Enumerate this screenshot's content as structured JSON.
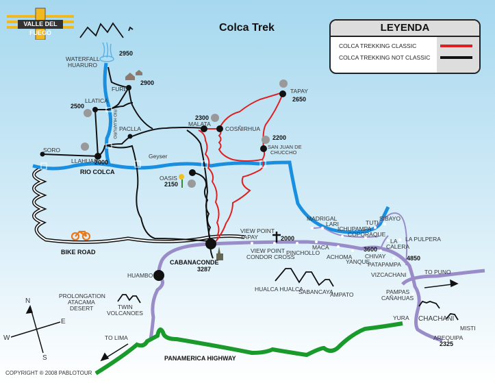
{
  "title": "Colca Trek",
  "logo": "VALLE DEL FUEGO",
  "legend": {
    "heading": "LEYENDA",
    "items": [
      {
        "label": "COLCA TREKKING CLASSIC",
        "color": "#e02020"
      },
      {
        "label": "COLCA TREKKING NOT CLASSIC",
        "color": "#111111"
      }
    ]
  },
  "colors": {
    "river": "#1a8fe0",
    "road": "#9a8cc8",
    "highway": "#1a9a2a",
    "classic": "#e02020",
    "not_classic": "#111111"
  },
  "labels": {
    "waterfall1": "WATERFALL",
    "waterfall2": "HUARURO",
    "alt_2950": "2950",
    "fure": "FURE",
    "alt_2900": "2900",
    "llatica": "LLATICA",
    "alt_2500": "2500",
    "rio_huaruro": "RIO HUARURO",
    "paclla": "PACLLA",
    "soro": "SORO",
    "llahuar": "LLAHUAR",
    "alt_2000a": "2000",
    "geyser": "Geyser",
    "rio_colca": "RIO COLCA",
    "oasis": "OASIS",
    "alt_2150": "2150",
    "malata": "MALATA",
    "alt_2300": "2300",
    "cosnirhua": "COSÑIRHUA",
    "tapay": "TAPAY",
    "alt_2650": "2650",
    "sanjuan1": "SAN JUAN DE",
    "sanjuan2": "CHUCCHO",
    "alt_2200": "2200",
    "bike_road": "BIKE ROAD",
    "cabanaconde": "CABANACONDE",
    "alt_3287": "3287",
    "huambo": "HUAMBO",
    "vp_tapay1": "VIEW POINT",
    "vp_tapay2": "TAPAY",
    "alt_2000b": "2000",
    "vp_condor1": "VIEW POINT",
    "vp_condor2": "CONDOR CROSS",
    "pinchollo": "PINCHOLLO",
    "maca": "MACA",
    "achoma": "ACHOMA",
    "yanque": "YANQUE",
    "madrigal": "MADRIGAL",
    "lari": "LARI",
    "ichupampa": "ICHUPAMPA",
    "coporaque": "COPORAQUE",
    "tuti": "TUTI",
    "sibayo": "SIBAYO",
    "alt_3600": "3600",
    "chivay": "CHIVAY",
    "la_calera1": "LA",
    "la_calera2": "CALERA",
    "la_pulpera": "LA PULPERA",
    "alt_4850": "4850",
    "patapampa": "PATAPAMPA",
    "vizcachani": "VIZCACHANI",
    "to_puno": "TO PUNO",
    "pampas1": "PAMPAS",
    "pampas2": "CAÑAHUAS",
    "yura": "YURA",
    "chachani": "CHACHANI",
    "misti": "MISTI",
    "arequipa": "AREQUIPA",
    "alt_2325": "2325",
    "hualca": "HUALCA HUALCA",
    "sabancaya": "SABANCAYA",
    "ampato": "AMPATO",
    "prolong1": "PROLONGATION",
    "prolong2": "ATACAMA",
    "prolong3": "DESERT",
    "twin1": "TWIN",
    "twin2": "VOLCANOES",
    "to_lima": "TO LIMA",
    "panamerica": "PANAMERICA HIGHWAY",
    "compass_n": "N",
    "compass_s": "S",
    "compass_e": "E",
    "compass_w": "W",
    "copyright": "COPYRIGHT ® 2008 PABLOTOUR"
  }
}
